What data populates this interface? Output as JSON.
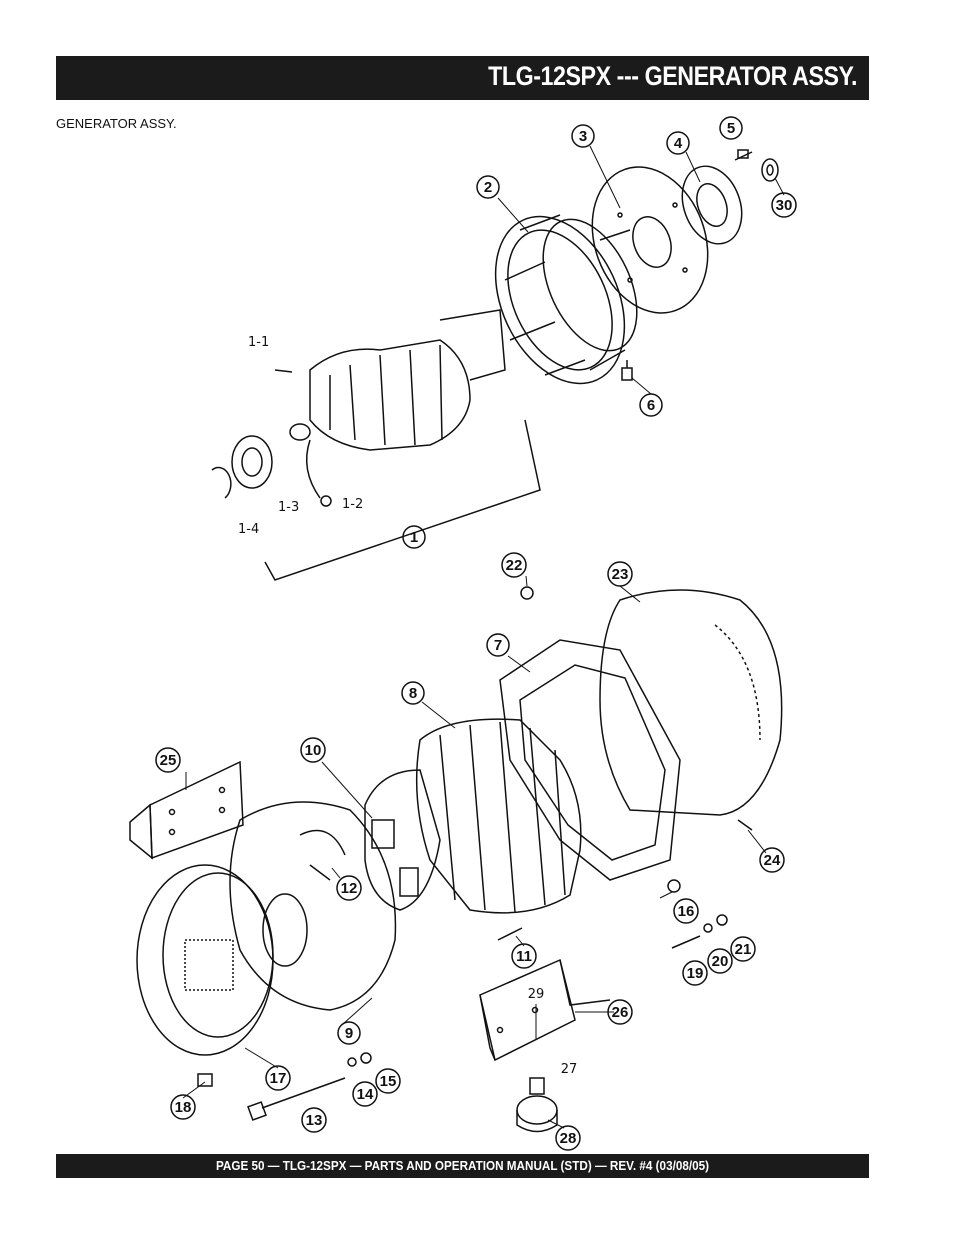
{
  "header": {
    "title": "TLG-12SPX --- GENERATOR ASSY."
  },
  "section": {
    "label": "GENERATOR ASSY."
  },
  "footer": {
    "text": "PAGE 50 — TLG-12SPX — PARTS AND OPERATION  MANUAL (STD) — REV. #4  (03/08/05)"
  },
  "callouts": {
    "c1": "1",
    "c2": "2",
    "c3": "3",
    "c4": "4",
    "c5": "5",
    "c6": "6",
    "c7": "7",
    "c8": "8",
    "c9": "9",
    "c10": "10",
    "c11": "11",
    "c12": "12",
    "c13": "13",
    "c14": "14",
    "c15": "15",
    "c16": "16",
    "c17": "17",
    "c18": "18",
    "c19": "19",
    "c20": "20",
    "c21": "21",
    "c22": "22",
    "c23": "23",
    "c24": "24",
    "c25": "25",
    "c26": "26",
    "c27": "27",
    "c28": "28",
    "c29": "29",
    "c30": "30"
  },
  "sub_labels": {
    "s1_1": "1-1",
    "s1_2": "1-2",
    "s1_3": "1-3",
    "s1_4": "1-4"
  }
}
